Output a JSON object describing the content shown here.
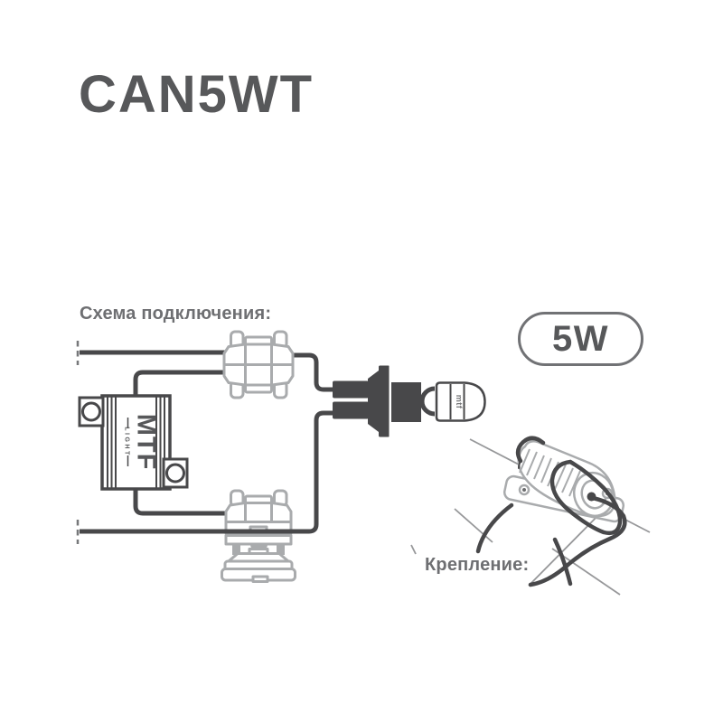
{
  "title": "CAN5WT",
  "sections": {
    "connection_label": "Схема подключения:",
    "mounting_label": "Крепление:"
  },
  "badge": {
    "label": "5W"
  },
  "diagram": {
    "resistor_brand": "MTF",
    "resistor_sub": "LIGHT",
    "bulb_text": "mtf"
  },
  "colors": {
    "dark": "#48484a",
    "light": "#a9abad",
    "title": "#57585a",
    "text": "#6e6f72",
    "badge-border": "#717275"
  }
}
